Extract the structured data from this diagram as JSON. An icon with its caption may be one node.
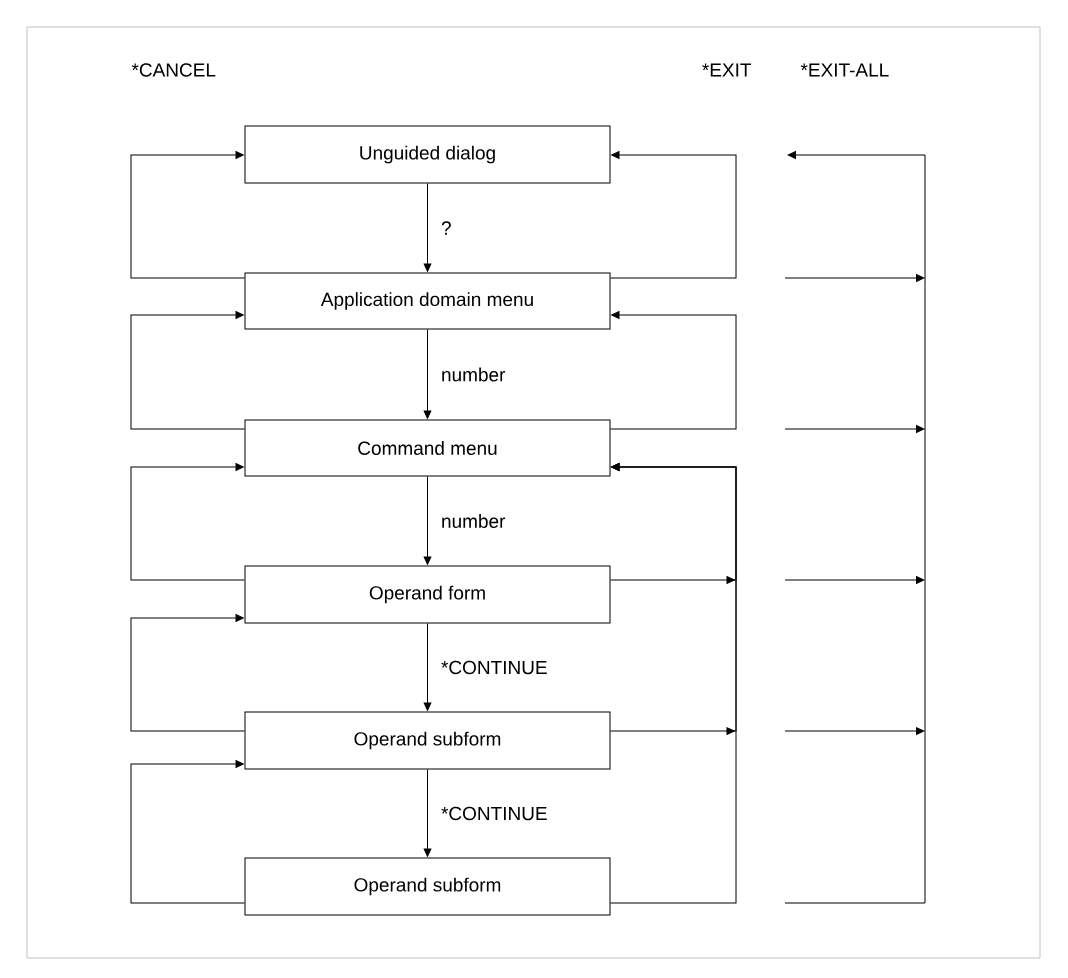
{
  "diagram": {
    "nodes": [
      {
        "text": [
          "Unguided dialog"
        ]
      },
      {
        "text": [
          "Application domain menu"
        ]
      },
      {
        "text": [
          "Command menu"
        ]
      },
      {
        "text": [
          "Operand form"
        ]
      },
      {
        "text": [
          "Operand subform"
        ]
      },
      {
        "text": [
          "Operand subform"
        ]
      }
    ],
    "edges": [
      {
        "from": 0,
        "to": 1,
        "arrow": "to",
        "label": "?"
      },
      {
        "from": 1,
        "to": 2,
        "arrow": "to",
        "label": "number"
      },
      {
        "from": 2,
        "to": 3,
        "arrow": "to",
        "label": "number"
      },
      {
        "from": 3,
        "to": 4,
        "arrow": "to",
        "label": "*CONTINUE"
      },
      {
        "from": 4,
        "to": 5,
        "arrow": "to",
        "label": "*CONTINUE"
      },
      {
        "from": 1,
        "to": 0,
        "arrow": "to"
      },
      {
        "from": 2,
        "to": 1,
        "arrow": "to"
      },
      {
        "from": 3,
        "to": 2,
        "arrow": "to"
      },
      {
        "from": 4,
        "to": 3,
        "arrow": "to"
      },
      {
        "from": 5,
        "to": 4,
        "arrow": "to"
      },
      {
        "from": 1,
        "to": 0,
        "arrow": "to"
      },
      {
        "from": 2,
        "to": 1,
        "arrow": "to"
      },
      {
        "from": 3,
        "to": 2,
        "arrow": "to"
      },
      {
        "from": 4,
        "to": 2,
        "arrow": "to"
      },
      {
        "from": 5,
        "to": 2,
        "arrow": "to"
      }
    ],
    "labels": [
      "*CANCEL",
      "*EXIT",
      "*EXIT-ALL"
    ]
  }
}
